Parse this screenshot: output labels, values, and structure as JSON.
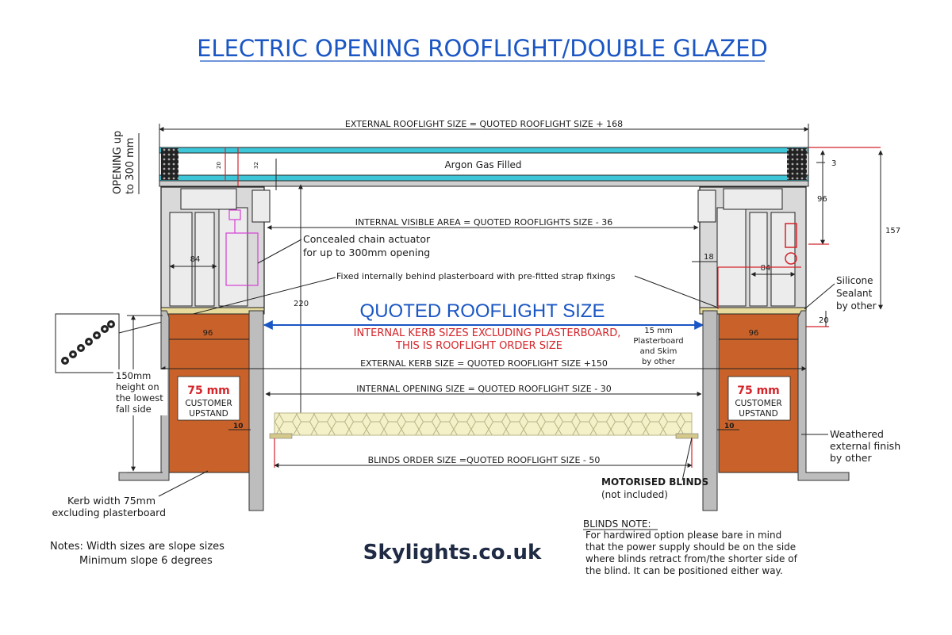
{
  "title": "ELECTRIC OPENING ROOFLIGHT/DOUBLE GLAZED",
  "brand": "Skylights.co.uk",
  "colors": {
    "title": "#1a56c4",
    "accent_red": "#d4242a",
    "glass": "#3cc6d8",
    "kerb": "#c8622a",
    "frame": "#d9d9d9"
  },
  "labels": {
    "opening_line1": "OPENING up",
    "opening_line2": "to 300 mm",
    "external_size": "EXTERNAL ROOFLIGHT SIZE = QUOTED ROOFLIGHT SIZE + 168",
    "argon": "Argon Gas Filled",
    "internal_visible": "INTERNAL VISIBLE AREA = QUOTED ROOFLIGHTS SIZE - 36",
    "chain_line1": "Concealed chain actuator",
    "chain_line2": "for up to 300mm opening",
    "fixed_internally": "Fixed internally behind plasterboard with pre-fitted strap fixings",
    "quoted_size": "QUOTED ROOFLIGHT SIZE",
    "internal_kerb_line1": "INTERNAL KERB SIZES EXCLUDING PLASTERBOARD,",
    "internal_kerb_line2": "THIS IS ROOFLIGHT ORDER SIZE",
    "plasterboard_line1": "15 mm",
    "plasterboard_line2": "Plasterboard",
    "plasterboard_line3": "and Skim",
    "plasterboard_line4": "by other",
    "silicone_line1": "Silicone",
    "silicone_line2": "Sealant",
    "silicone_line3": "by other",
    "external_kerb": "EXTERNAL KERB SIZE = QUOTED ROOFLIGHT SIZE +150",
    "internal_opening": "INTERNAL OPENING SIZE = QUOTED ROOFLIGHT SIZE - 30",
    "blinds_order": "BLINDS ORDER SIZE =QUOTED ROOFLIGHT SIZE - 50",
    "height_line1": "150mm",
    "height_line2": "height on",
    "height_line3": "the lowest",
    "height_line4": "fall side",
    "upstand_mm": "75 mm",
    "upstand_line1": "CUSTOMER",
    "upstand_line2": "UPSTAND",
    "weathered_line1": "Weathered",
    "weathered_line2": "external finish",
    "weathered_line3": "by other",
    "kerb_width_line1": "Kerb width 75mm",
    "kerb_width_line2": "excluding plasterboard",
    "motorised": "MOTORISED BLINDS",
    "not_included": "(not included)",
    "notes_line1": "Notes: Width sizes are slope sizes",
    "notes_line2": "Minimum slope 6 degrees",
    "blinds_note_title": "BLINDS NOTE:",
    "blinds_note_line1": "For hardwired option please bare in mind",
    "blinds_note_line2": "that the power supply should be on the side",
    "blinds_note_line3": "where blinds retract from/the shorter side of",
    "blinds_note_line4": "the blind. It can be positioned either way."
  },
  "dimensions": {
    "d20": "20",
    "d32": "32",
    "d3": "3",
    "d96_right": "96",
    "d157": "157",
    "d84_left": "84",
    "d84_right": "84",
    "d18": "18",
    "d220": "220",
    "d96_kerb_left": "96",
    "d96_kerb_right": "96",
    "d20_right": "20",
    "d10_left": "10",
    "d10_right": "10"
  }
}
